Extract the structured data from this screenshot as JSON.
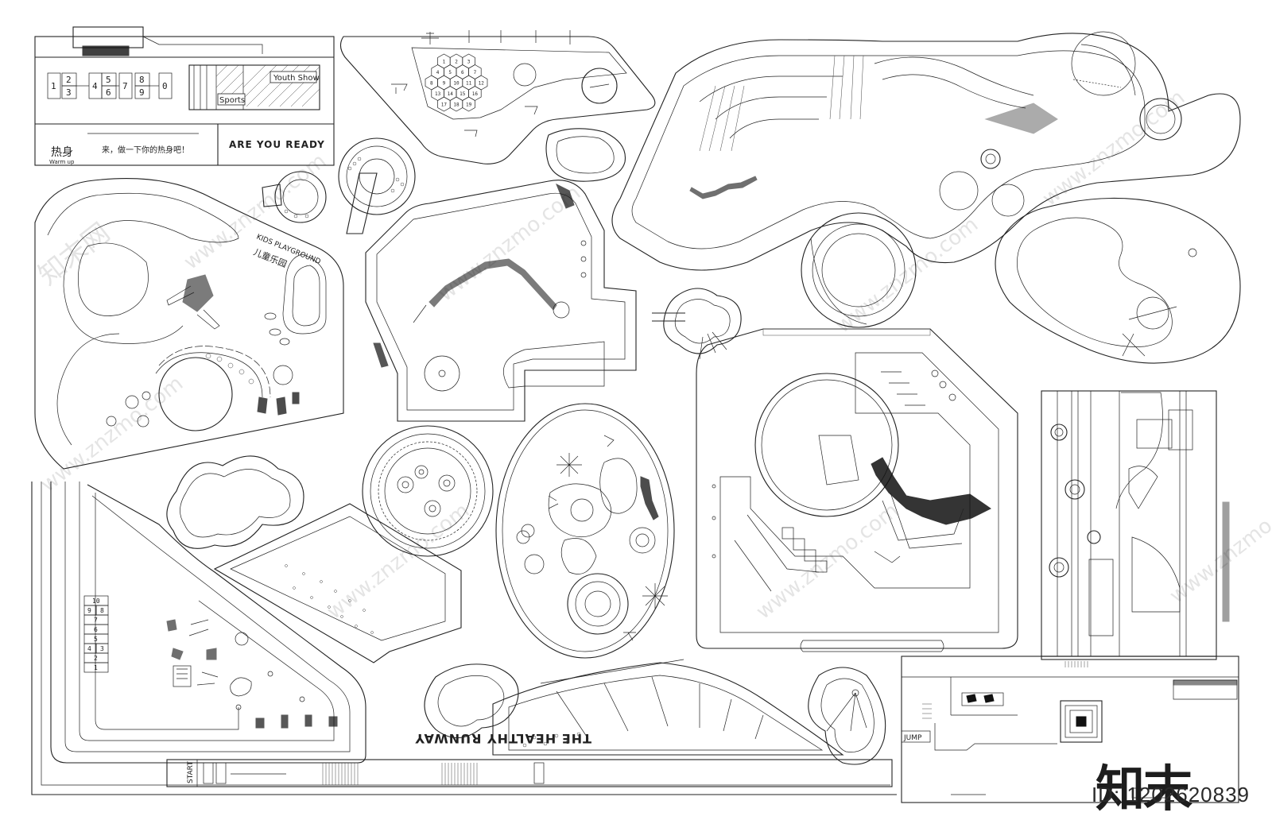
{
  "panel_warmup": {
    "title_cn": "热身",
    "title_en": "Warm up",
    "slogan_cn": "来，做一下你的热身吧！",
    "ready": "ARE YOU READY",
    "sports": "Sports",
    "youth_show": "Youth Show",
    "hopscotch": [
      "1",
      "2",
      "3",
      "4",
      "5",
      "6",
      "7",
      "8",
      "9",
      "0"
    ]
  },
  "kids_playground": {
    "label_cn": "儿童乐园",
    "label_en": "KIDS PLAYGROUND"
  },
  "hopscotch_track": [
    "10",
    "9",
    "8",
    "7",
    "6",
    "5",
    "4",
    "3",
    "2",
    "1"
  ],
  "track_labels": {
    "start": "START",
    "runway": "THE HEALTHY RUNWAY"
  },
  "jump_label": "JUMP",
  "hex_numbers": [
    "1",
    "2",
    "3",
    "4",
    "5",
    "6",
    "7",
    "8",
    "9",
    "10",
    "11",
    "12",
    "13",
    "14",
    "15",
    "16",
    "17",
    "18",
    "19"
  ],
  "watermark_text": "www.znzmo.com",
  "watermark_cn": "知末网",
  "logo_text": "知末",
  "image_id": "ID: 1202620839",
  "icons": [
    "swing-icon",
    "slide-icon",
    "climbing-net-icon",
    "seesaw-icon",
    "spring-rider-icon",
    "bench-icon"
  ]
}
